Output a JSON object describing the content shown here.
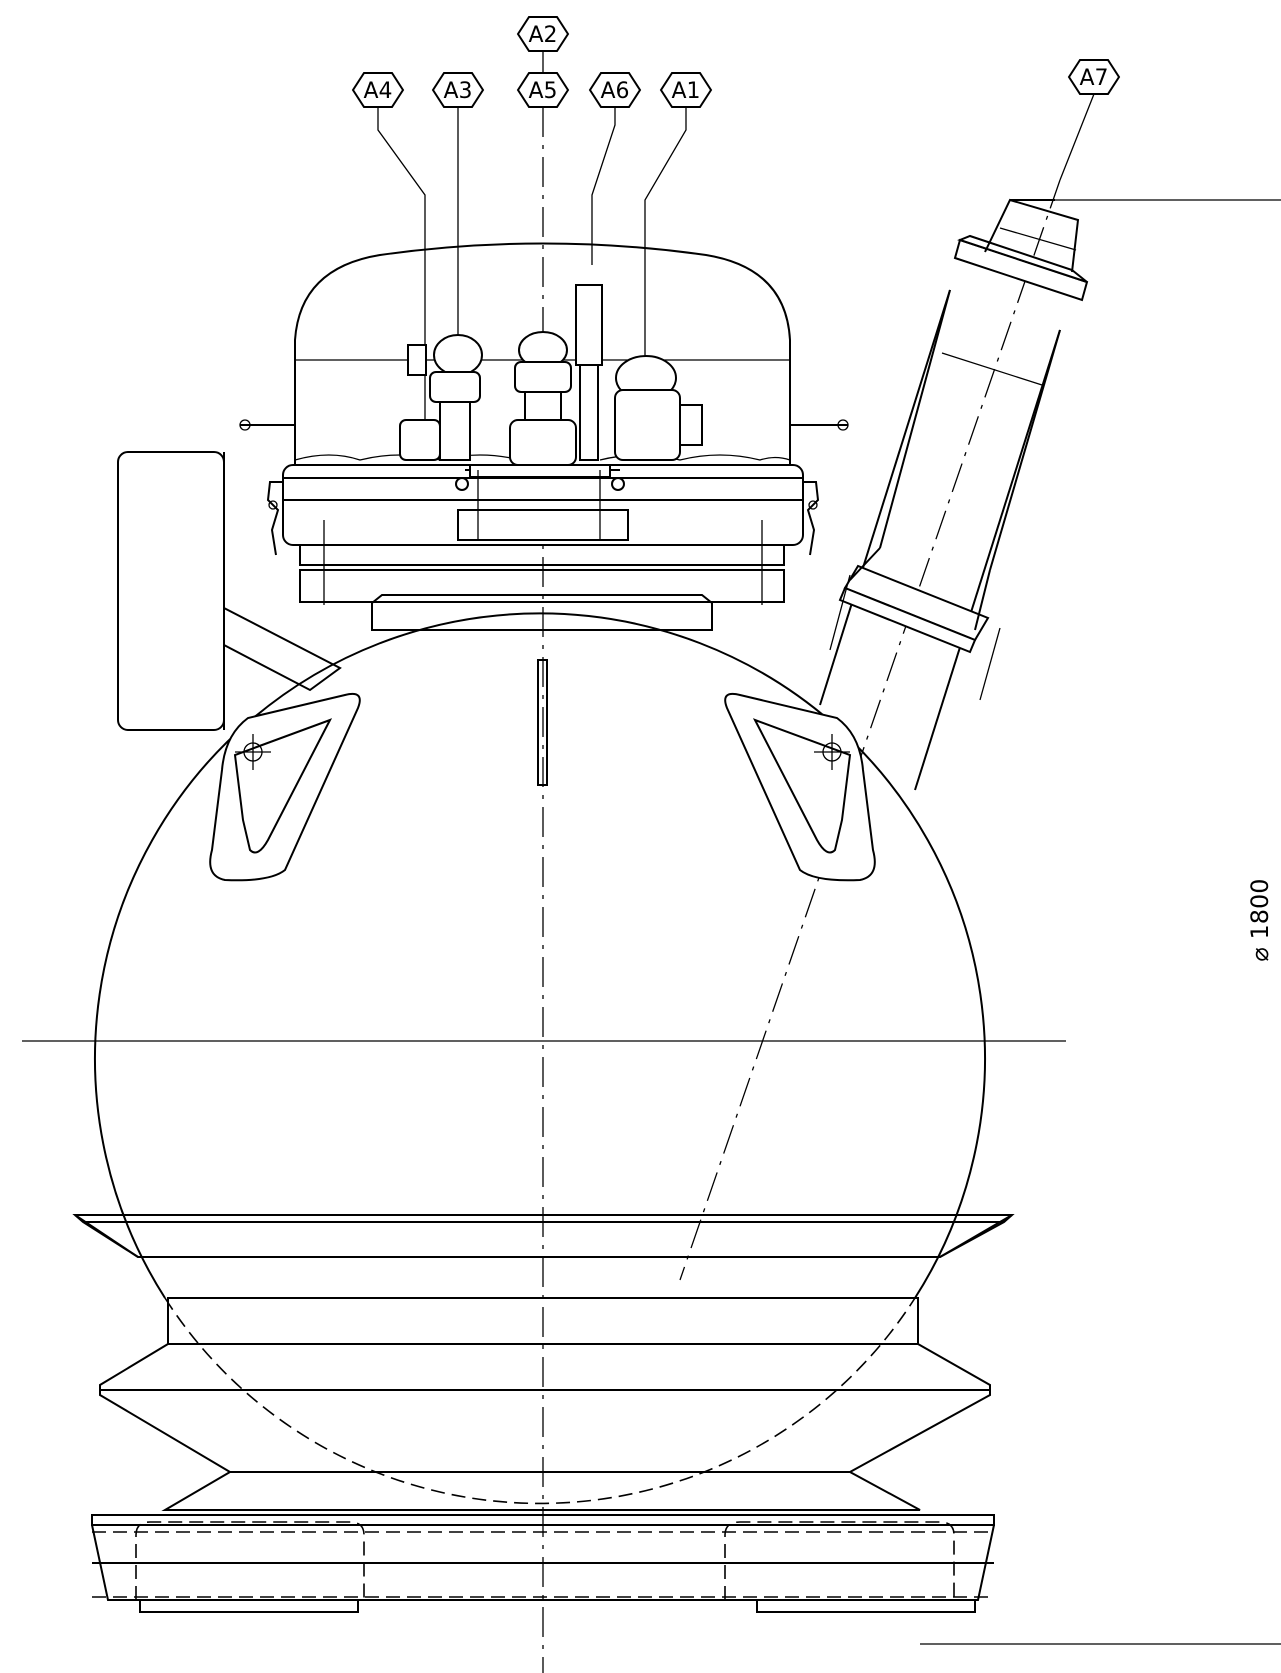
{
  "drawing": {
    "tags": [
      {
        "id": "a2",
        "label": "A2"
      },
      {
        "id": "a4",
        "label": "A4"
      },
      {
        "id": "a3",
        "label": "A3"
      },
      {
        "id": "a5",
        "label": "A5"
      },
      {
        "id": "a6",
        "label": "A6"
      },
      {
        "id": "a1",
        "label": "A1"
      },
      {
        "id": "a7",
        "label": "A7"
      }
    ],
    "dimension_label": "⌀ 1800"
  }
}
